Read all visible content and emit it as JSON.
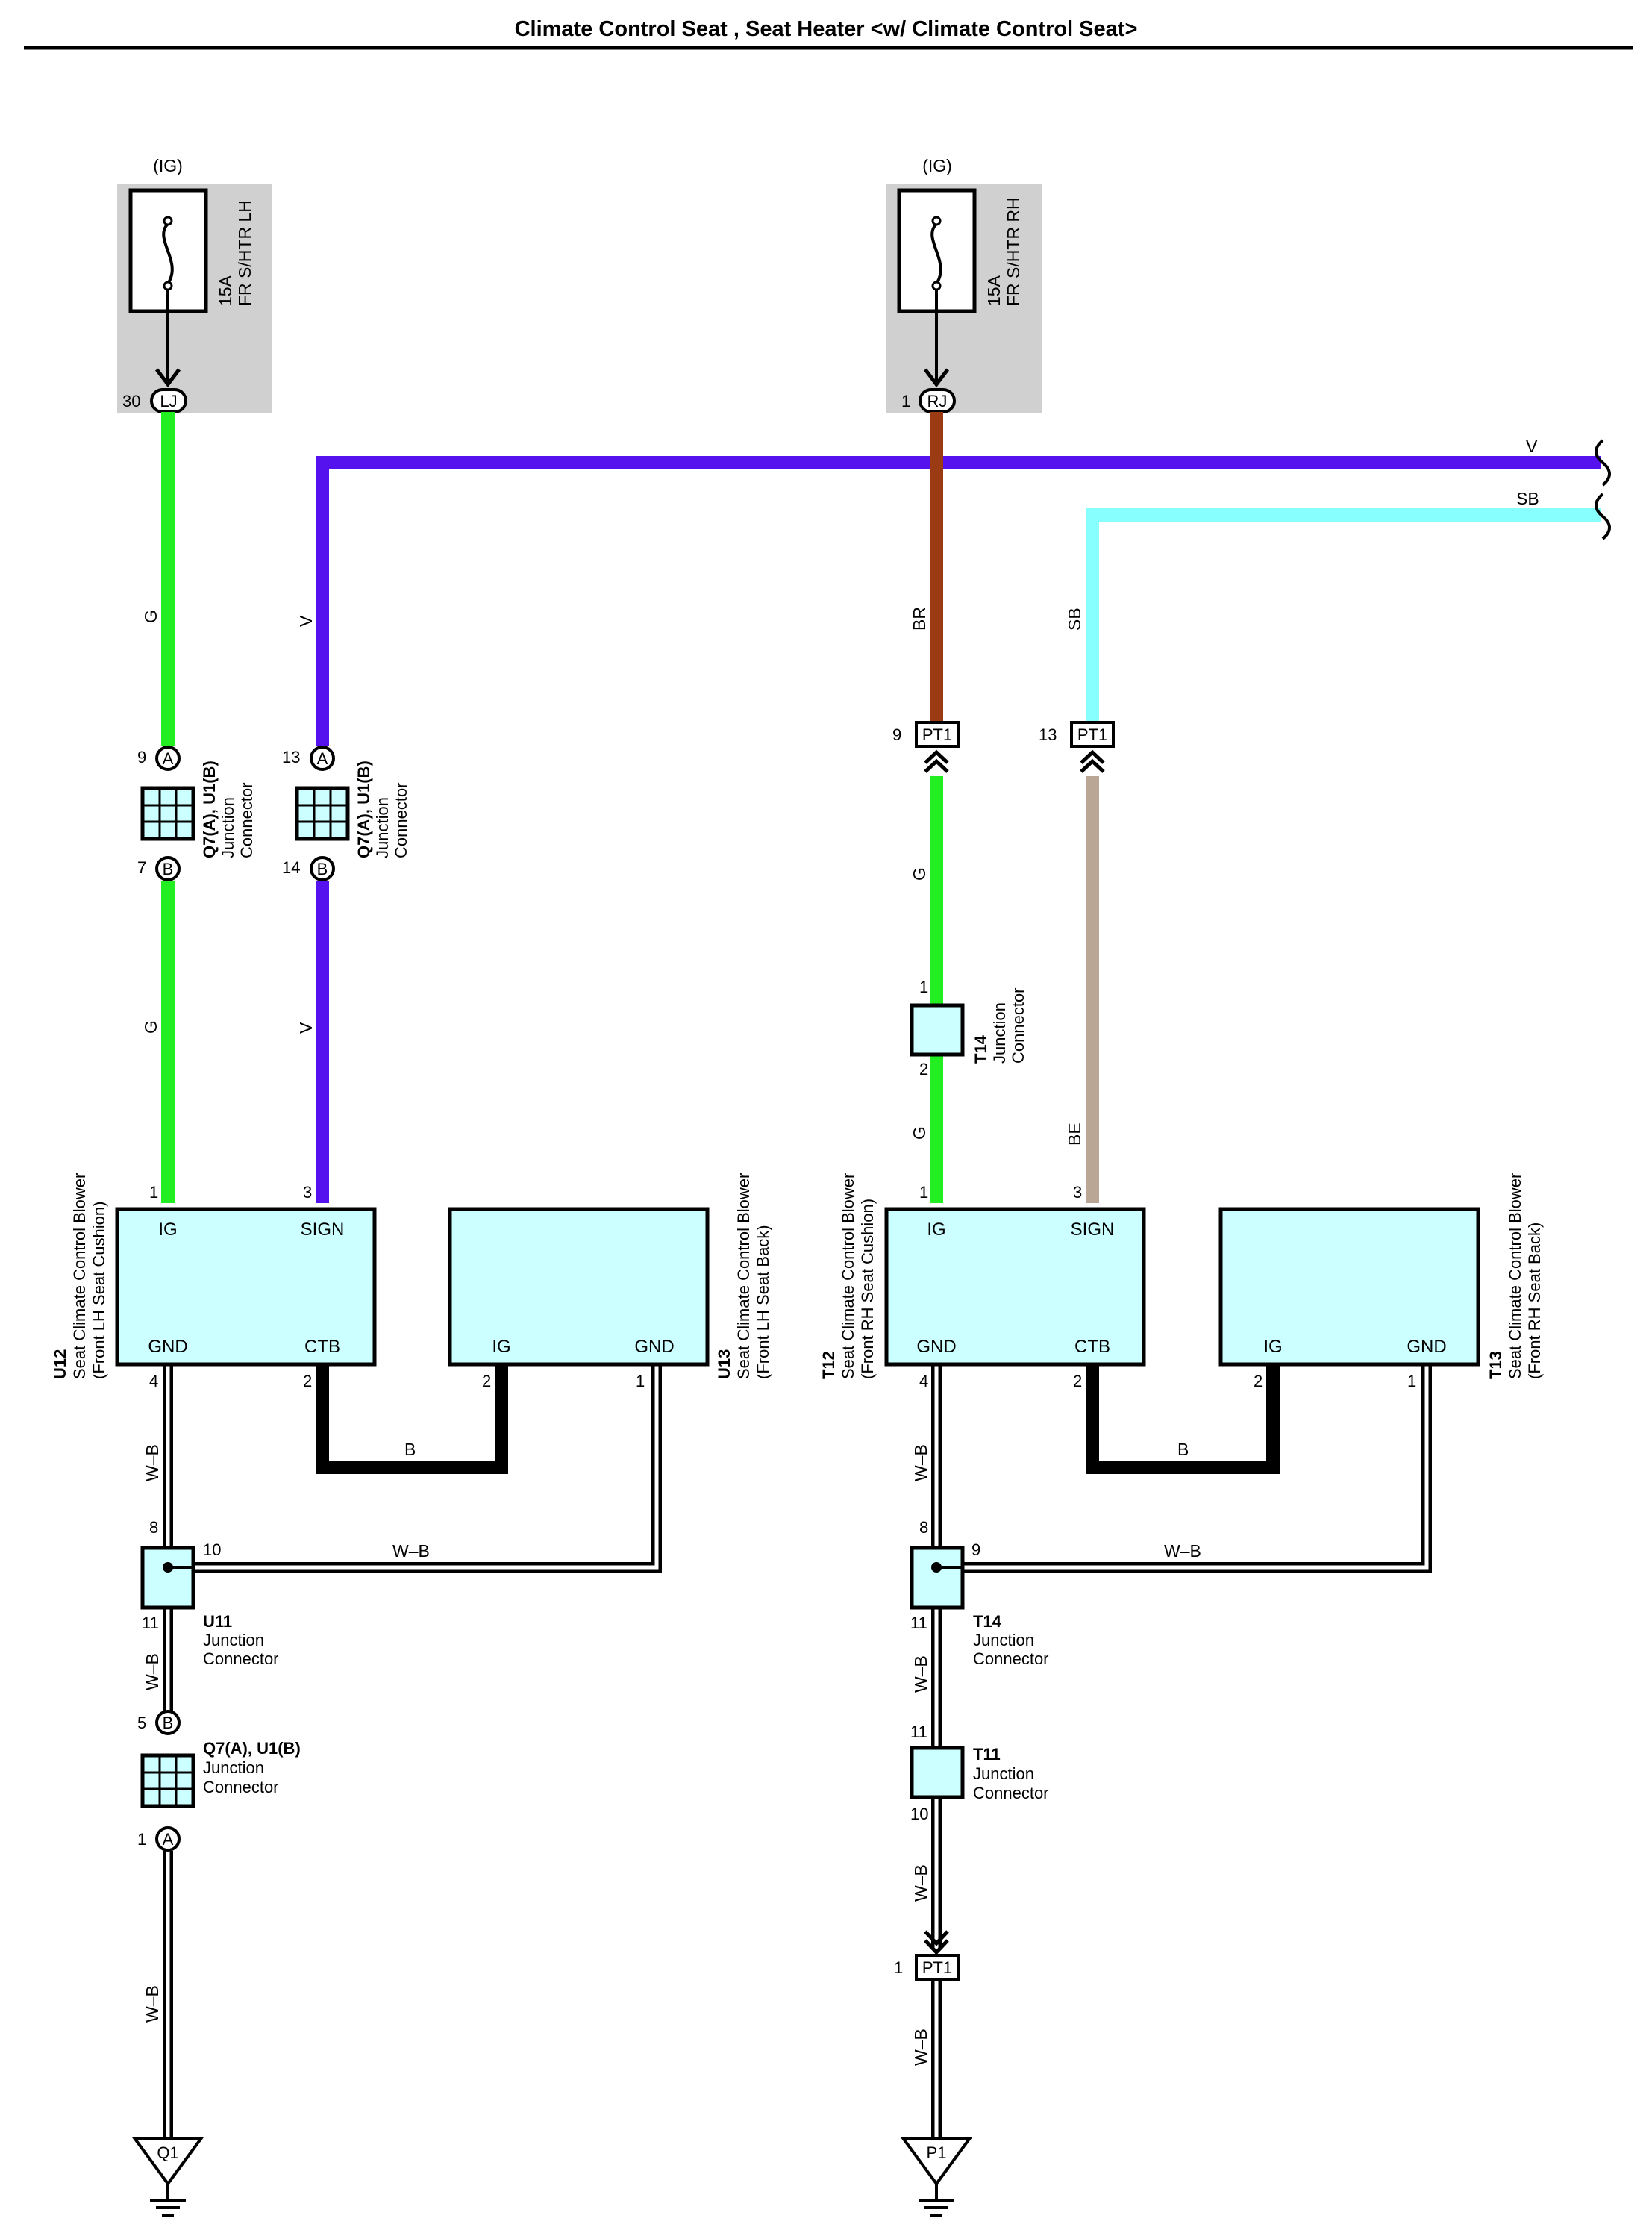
{
  "title": "Climate Control Seat , Seat Heater <w/ Climate Control Seat>",
  "colors": {
    "G": "#22ee22",
    "V": "#5511ee",
    "BR": "#9b3b14",
    "SB": "#88ffff",
    "BE": "#b9a695",
    "B": "#000000",
    "WB": "#ffffff",
    "component_fill": "#ccffff",
    "fuse_bg": "#d0d0d0"
  },
  "fuses": [
    {
      "source": "(IG)",
      "rating": "15A",
      "name": "FR S/HTR LH",
      "pin": "30",
      "connector": "LJ"
    },
    {
      "source": "(IG)",
      "rating": "15A",
      "name": "FR S/HTR RH",
      "pin": "1",
      "connector": "RJ"
    }
  ],
  "wires": {
    "lh_ig_1": "G",
    "lh_ig_2": "G",
    "lh_sign_1": "V",
    "lh_sign_2": "V",
    "v_bus": "V",
    "sb_bus": "SB",
    "rh_br": "BR",
    "rh_sb": "SB",
    "rh_g_1": "G",
    "rh_g_2": "G",
    "rh_be": "BE",
    "lh_ctb": "B",
    "rh_ctb": "B",
    "lh_gnd_1": "W–B",
    "lh_gnd_2": "W–B",
    "lh_gnd_3": "W–B",
    "lh_back_gnd": "W–B",
    "rh_gnd_1": "W–B",
    "rh_gnd_2": "W–B",
    "rh_gnd_3": "W–B",
    "rh_gnd_4": "W–B",
    "rh_back_gnd": "W–B"
  },
  "junctions": {
    "q7_left": {
      "code": "Q7(A), U1(B)",
      "line1": "Junction",
      "line2": "Connector",
      "pin_a": "9",
      "pin_b": "7",
      "a": "A",
      "b": "B"
    },
    "q7_mid": {
      "code": "Q7(A), U1(B)",
      "line1": "Junction",
      "line2": "Connector",
      "pin_a": "13",
      "pin_b": "14",
      "a": "A",
      "b": "B"
    },
    "q7_low": {
      "code": "Q7(A), U1(B)",
      "line1": "Junction",
      "line2": "Connector",
      "pin_b": "5",
      "pin_a": "1",
      "a": "A",
      "b": "B"
    },
    "u11": {
      "code": "U11",
      "line1": "Junction",
      "line2": "Connector",
      "pin_top": "8",
      "pin_right": "10",
      "pin_bottom": "11"
    },
    "t14_mid": {
      "code": "T14",
      "line1": "Junction",
      "line2": "Connector",
      "pin_top": "1",
      "pin_bottom": "2"
    },
    "t14_low": {
      "code": "T14",
      "line1": "Junction",
      "line2": "Connector",
      "pin_top": "8",
      "pin_right": "9",
      "pin_bottom": "11"
    },
    "t11": {
      "code": "T11",
      "line1": "Junction",
      "line2": "Connector",
      "pin_top": "11",
      "pin_bottom": "10"
    }
  },
  "pt1": {
    "label": "PT1",
    "pin_br": "9",
    "pin_sb": "13",
    "pin_gnd": "1"
  },
  "components": {
    "u12": {
      "code": "U12",
      "name": "Seat Climate Control Blower",
      "sub": "(Front LH Seat Cushion)",
      "ig": "IG",
      "sign": "SIGN",
      "gnd": "GND",
      "ctb": "CTB",
      "pin_ig": "1",
      "pin_sign": "3",
      "pin_gnd": "4",
      "pin_ctb": "2"
    },
    "u13": {
      "code": "U13",
      "name": "Seat Climate Control Blower",
      "sub": "(Front LH Seat Back)",
      "ig": "IG",
      "gnd": "GND",
      "pin_ig": "2",
      "pin_gnd": "1"
    },
    "t12": {
      "code": "T12",
      "name": "Seat Climate Control Blower",
      "sub": "(Front RH Seat Cushion)",
      "ig": "IG",
      "sign": "SIGN",
      "gnd": "GND",
      "ctb": "CTB",
      "pin_ig": "1",
      "pin_sign": "3",
      "pin_gnd": "4",
      "pin_ctb": "2"
    },
    "t13": {
      "code": "T13",
      "name": "Seat Climate Control Blower",
      "sub": "(Front RH Seat Back)",
      "ig": "IG",
      "gnd": "GND",
      "pin_ig": "2",
      "pin_gnd": "1"
    }
  },
  "grounds": {
    "left": "Q1",
    "right": "P1"
  }
}
